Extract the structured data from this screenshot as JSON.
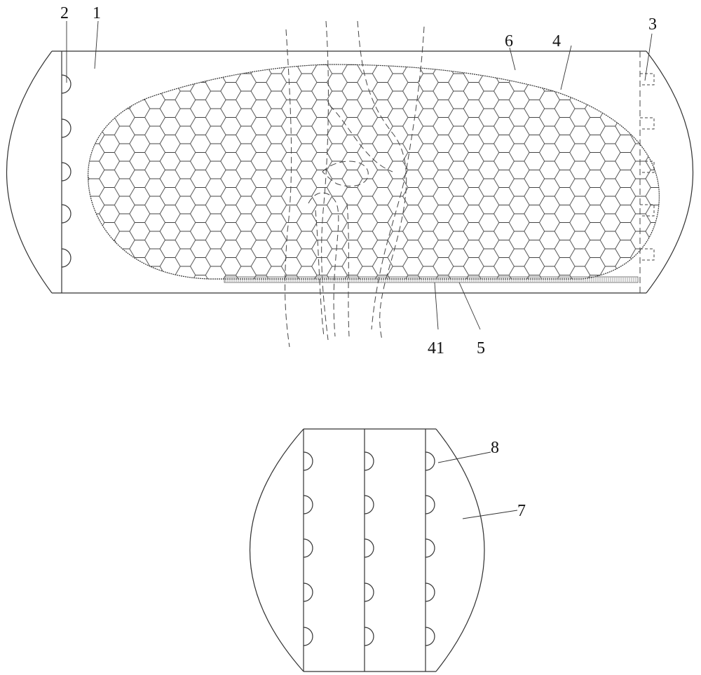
{
  "labels": {
    "l1": "1",
    "l2": "2",
    "l3": "3",
    "l4": "4",
    "l5": "5",
    "l6": "6",
    "l41": "41",
    "l7": "7",
    "l8": "8"
  },
  "colors": {
    "line": "#333333",
    "background": "#ffffff"
  }
}
